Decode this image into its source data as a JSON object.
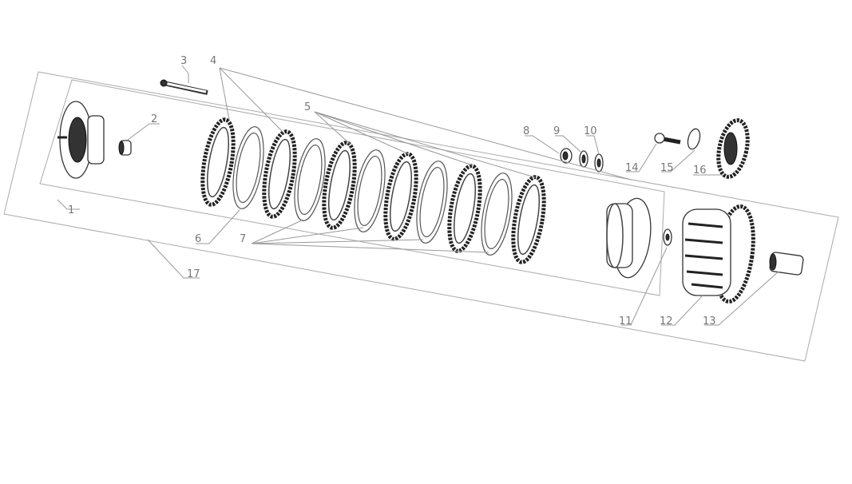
{
  "callouts": [
    "1",
    "2",
    "3",
    "4",
    "5",
    "6",
    "7",
    "8",
    "9",
    "10",
    "11",
    "12",
    "13",
    "14",
    "15",
    "16",
    "17"
  ]
}
